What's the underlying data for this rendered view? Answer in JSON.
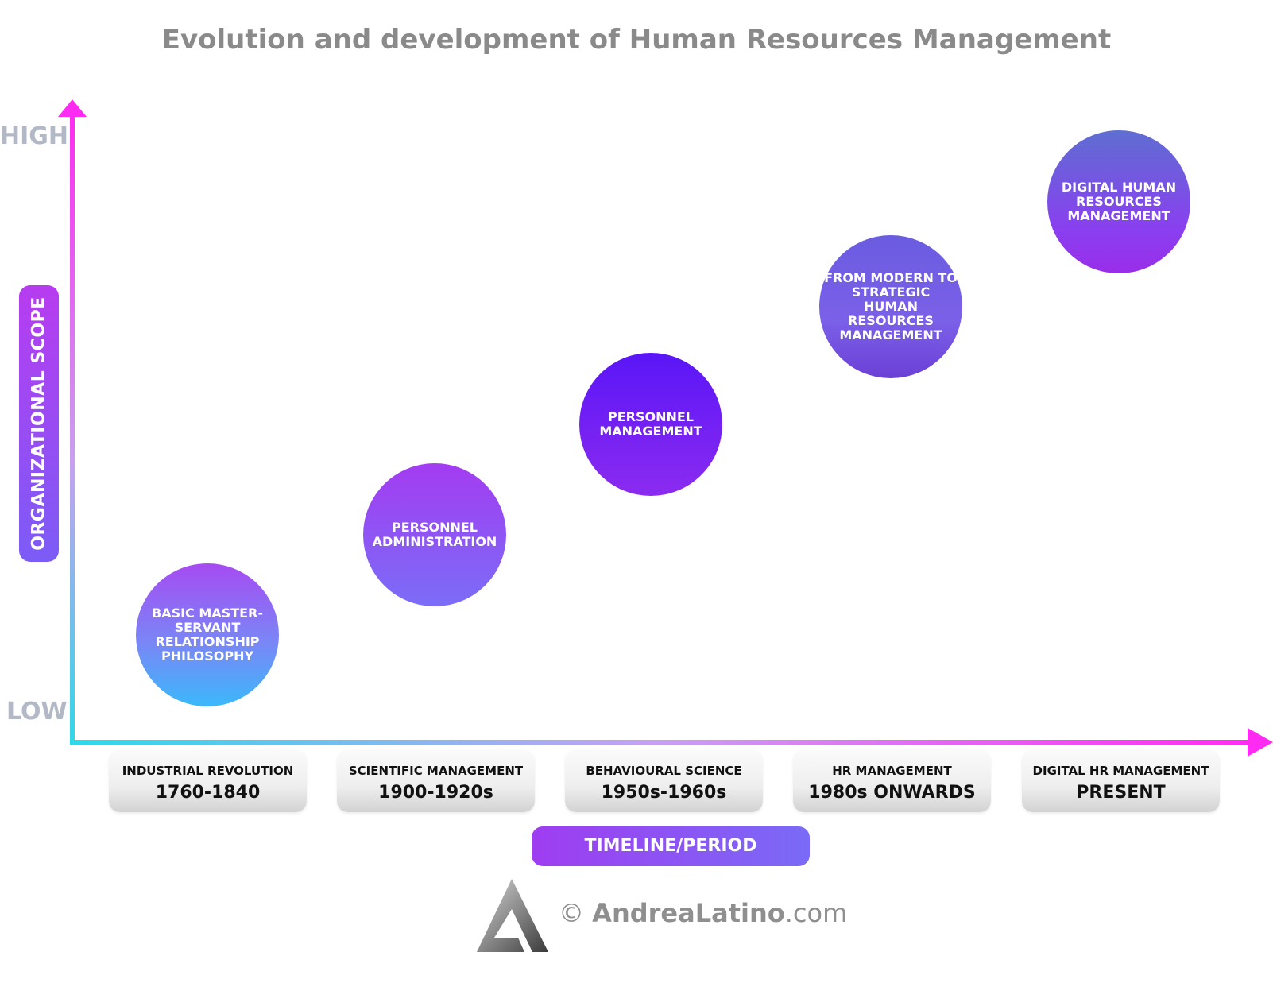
{
  "title": "Evolution and development of Human Resources Management",
  "y_axis": {
    "label": "ORGANIZATIONAL SCOPE",
    "high": "HIGH",
    "low": "LOW"
  },
  "x_axis": {
    "label": "TIMELINE/PERIOD"
  },
  "stages": [
    {
      "bubble": "BASIC MASTER-SERVANT RELATIONSHIP PHILOSOPHY",
      "era": "INDUSTRIAL REVOLUTION",
      "years": "1760-1840"
    },
    {
      "bubble": "PERSONNEL ADMINISTRATION",
      "era": "SCIENTIFIC MANAGEMENT",
      "years": "1900-1920s"
    },
    {
      "bubble": "PERSONNEL MANAGEMENT",
      "era": "BEHAVIOURAL SCIENCE",
      "years": "1950s-1960s"
    },
    {
      "bubble": "FROM MODERN TO STRATEGIC HUMAN RESOURCES MANAGEMENT",
      "era": "HR MANAGEMENT",
      "years": "1980s ONWARDS"
    },
    {
      "bubble": "DIGITAL HUMAN RESOURCES MANAGEMENT",
      "era": "DIGITAL HR MANAGEMENT",
      "years": "PRESENT"
    }
  ],
  "footer": {
    "copyright": "©",
    "brand_name": "AndreaLatino",
    "brand_tld": ".com"
  },
  "colors": {
    "axis_start": "#ff2bf2",
    "axis_end": "#2fd8e8",
    "bubble_purple": "#8b2bf0",
    "bubble_blue": "#3bb8fb"
  }
}
